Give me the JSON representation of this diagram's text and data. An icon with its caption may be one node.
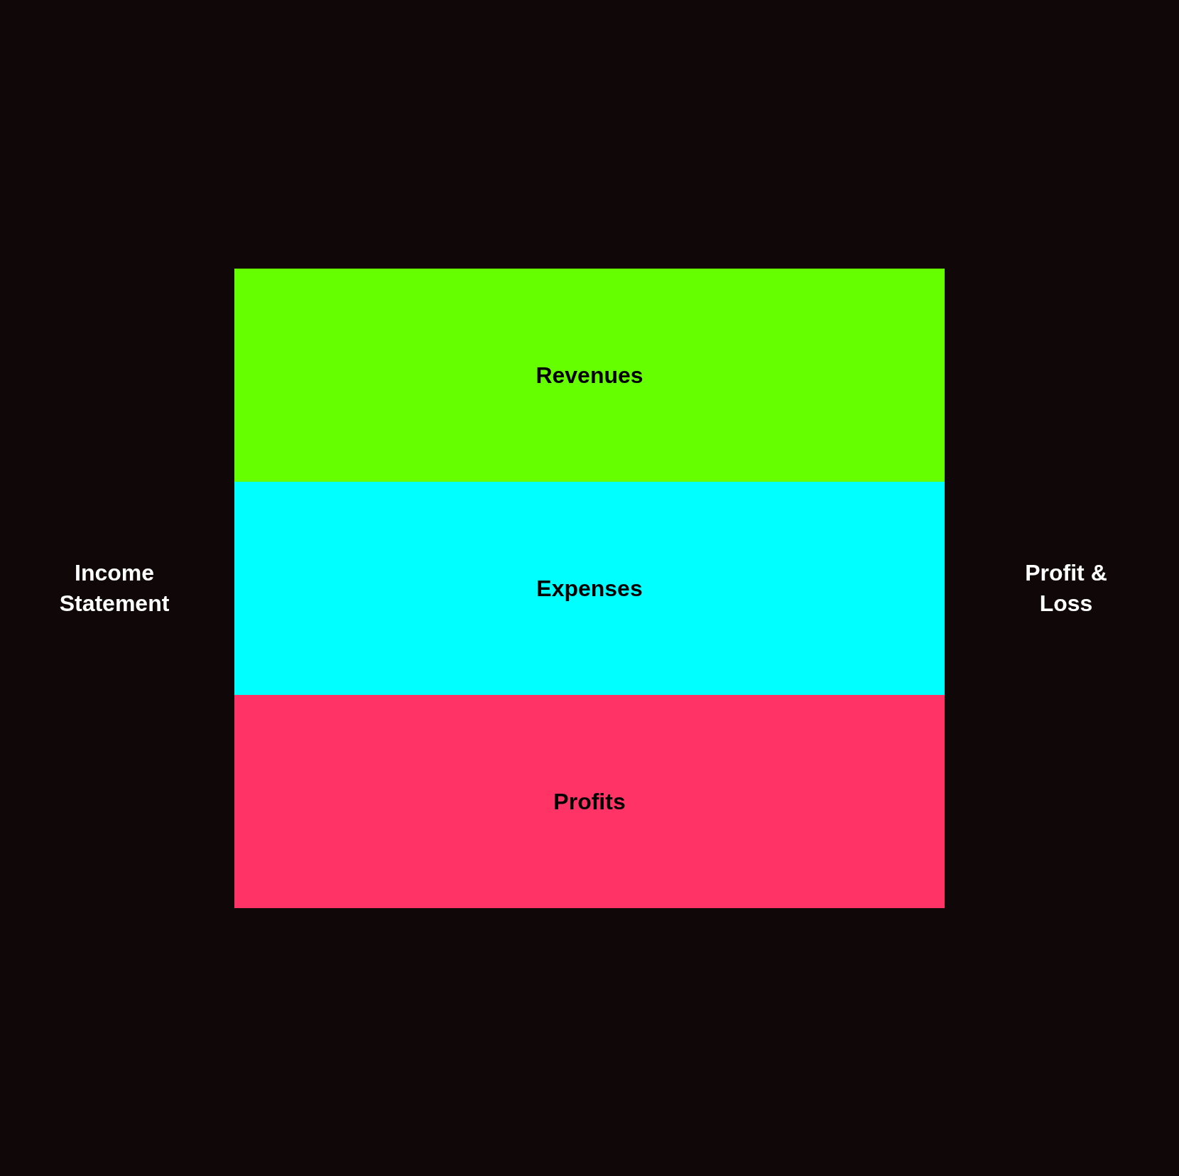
{
  "diagram": {
    "nodes": [
      {
        "text": [
          "Revenues"
        ]
      },
      {
        "text": [
          "Expenses"
        ]
      },
      {
        "text": [
          "Profits"
        ]
      }
    ],
    "labels": [
      "Income Statement",
      "Profit & Loss"
    ]
  }
}
